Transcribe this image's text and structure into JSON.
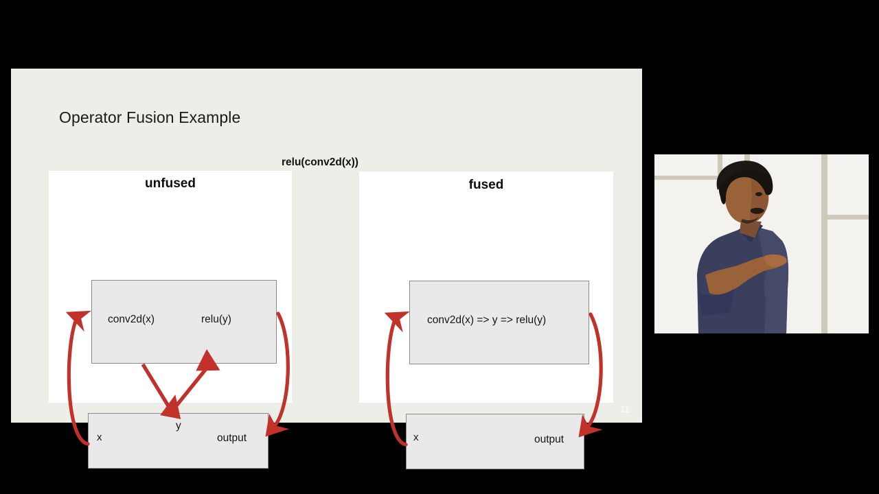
{
  "slide": {
    "title": "Operator Fusion Example",
    "formula": "relu(conv2d(x))",
    "page_number": "11",
    "background_color": "#eeeee8",
    "accent_color": "#c0322a",
    "box_fill": "#e9e9e9",
    "box_border": "#8a8a8a"
  },
  "panels": [
    {
      "id": "unfused",
      "title": "unfused",
      "top_box": {
        "labels": [
          "conv2d(x)",
          "relu(y)"
        ]
      },
      "bottom_box": {
        "labels": [
          "x",
          "y",
          "output"
        ]
      },
      "arrows": [
        {
          "name": "memory-read-arrow",
          "from": "x",
          "to": "conv2d(x)",
          "direction": "up"
        },
        {
          "name": "conv-write-arrow",
          "from": "conv2d(x)",
          "to": "y",
          "direction": "down-right"
        },
        {
          "name": "relu-read-arrow",
          "from": "y",
          "to": "relu(y)",
          "direction": "up-right"
        },
        {
          "name": "memory-write-arrow",
          "from": "relu(y)",
          "to": "output",
          "direction": "down"
        }
      ]
    },
    {
      "id": "fused",
      "title": "fused",
      "top_box": {
        "labels": [
          "conv2d(x) => y => relu(y)"
        ]
      },
      "bottom_box": {
        "labels": [
          "x",
          "output"
        ]
      },
      "arrows": [
        {
          "name": "memory-read-arrow",
          "from": "x",
          "to": "conv2d(x) => y => relu(y)",
          "direction": "up"
        },
        {
          "name": "memory-write-arrow",
          "from": "conv2d(x) => y => relu(y)",
          "to": "output",
          "direction": "down"
        }
      ]
    }
  ],
  "video": {
    "label": "speaker-camera-feed",
    "description": "presenter standing in front of a white wall with window frames",
    "shirt_color": "#3b3f5e",
    "wall_color": "#f3f2ee",
    "frame_color": "#cfc9bb"
  }
}
